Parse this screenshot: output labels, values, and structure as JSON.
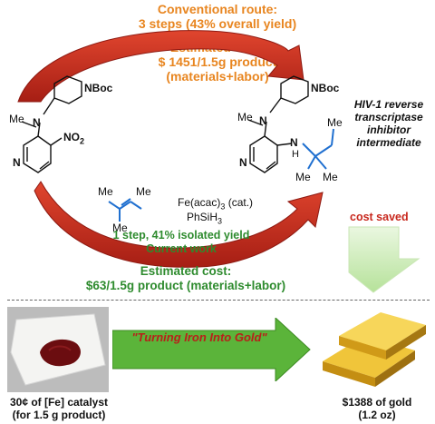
{
  "conventional": {
    "line1": "Conventional route:",
    "line2": "3 steps (43% overall yield)",
    "cost_heading": "Estimated cost:",
    "cost_value": "$ 1451/1.5g product",
    "cost_note": "(materials+labor)"
  },
  "reactant": {
    "boc": "NBoc",
    "methyl": "Me",
    "amine_n": "N",
    "ring_n": "N",
    "nitro": "NO2"
  },
  "product": {
    "boc": "NBoc",
    "methyl": "Me",
    "amine_n": "N",
    "ring_n": "N",
    "nh": "N",
    "h": "H",
    "me_top": "Me",
    "me_left": "Me",
    "me_right": "Me",
    "target": [
      "HIV-1 reverse",
      "transcriptase",
      "inhibitor",
      "intermediate"
    ]
  },
  "reagents": {
    "me_top_left": "Me",
    "me_top_right": "Me",
    "me_bottom": "Me",
    "catalyst": "Fe(acac)",
    "catalyst_sub": "3",
    "catalyst_note": "(cat.)",
    "silane": "PhSiH",
    "silane_sub": "3"
  },
  "current": {
    "line1": "1 step, 41% isolated yield",
    "line2": "Current work",
    "cost_heading": "Estimated cost:",
    "cost_value": "$63/1.5g product (materials+labor)"
  },
  "savings": {
    "label": "cost saved"
  },
  "bottom": {
    "slogan": "\"Turning Iron Into Gold\"",
    "catalyst_caption": "30¢ of [Fe] catalyst",
    "catalyst_caption2": "(for 1.5 g product)",
    "gold_caption": "$1388 of gold",
    "gold_caption2": "(1.2 oz)"
  },
  "colors": {
    "orange_text": "#e8851f",
    "green_text": "#2e8b2e",
    "red_arrow": "#c8281e",
    "green_arrow": "#6cc24a",
    "gold": "#e8b923"
  }
}
